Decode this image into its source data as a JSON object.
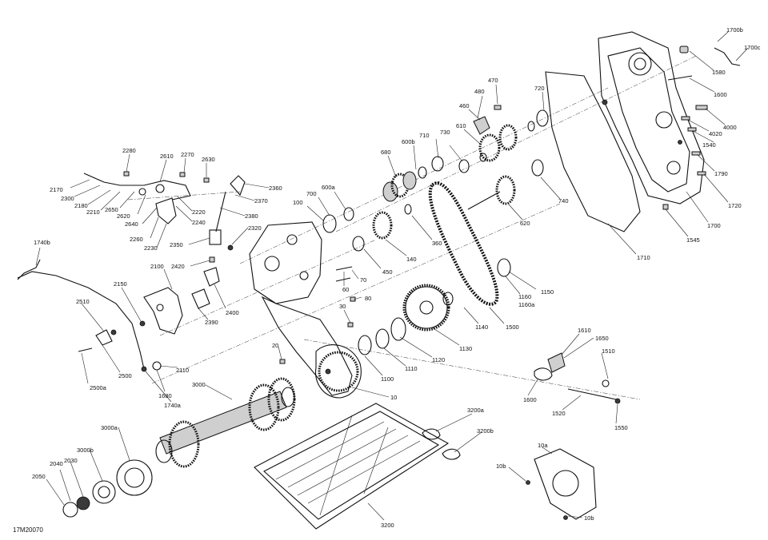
{
  "diagram": {
    "type": "exploded-parts-diagram",
    "drawing_code": "17M20070",
    "callouts": [
      "1700b",
      "1700c",
      "1580",
      "1600",
      "4000",
      "4020",
      "1540",
      "1790",
      "1720",
      "1700",
      "1545",
      "1710",
      "720",
      "470",
      "480",
      "460",
      "610",
      "710",
      "730",
      "600b",
      "680",
      "600a",
      "700",
      "100",
      "740",
      "620",
      "360",
      "140",
      "450",
      "1150",
      "1160",
      "1160a",
      "1140",
      "1500",
      "1130",
      "1120",
      "1110",
      "1100",
      "10",
      "2280",
      "2610",
      "2270",
      "2630",
      "2170",
      "2300",
      "2180",
      "2210",
      "2650",
      "2620",
      "2640",
      "2220",
      "2240",
      "2260",
      "2230",
      "2360",
      "2370",
      "2380",
      "2320",
      "2350",
      "1740b",
      "2420",
      "2100",
      "2150",
      "2390",
      "2400",
      "60",
      "70",
      "80",
      "30",
      "2510",
      "2500",
      "2500a",
      "2110",
      "1680",
      "1740a",
      "20",
      "1610",
      "1650",
      "1510",
      "1600",
      "1520",
      "1550",
      "3000",
      "3000a",
      "3000b",
      "2040",
      "2030",
      "2050",
      "3200a",
      "3200b",
      "3200",
      "10a",
      "10b",
      "10b"
    ]
  }
}
